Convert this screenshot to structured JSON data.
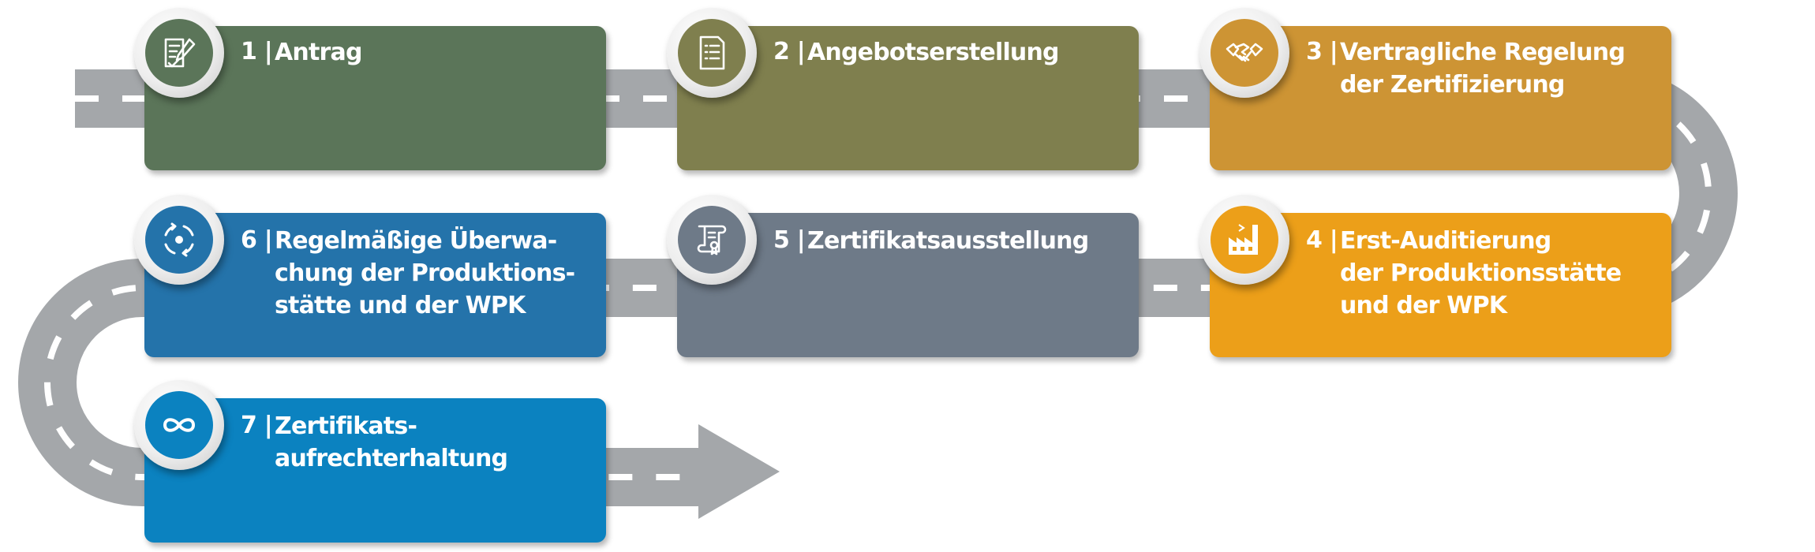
{
  "steps": [
    {
      "number": "1 |",
      "label": "Antrag",
      "color": "#5b7559",
      "icon": "application-form-icon"
    },
    {
      "number": "2 |",
      "label": "Angebotserstellung",
      "color": "#7f7f4e",
      "icon": "document-list-icon"
    },
    {
      "number": "3 |",
      "label": "Vertragliche Regelung\nder Zertifizierung",
      "color": "#cd9434",
      "icon": "handshake-icon"
    },
    {
      "number": "4 |",
      "label": "Erst-Auditierung\nder Produktionsstätte\nund der WPK",
      "color": "#ec9f19",
      "icon": "factory-icon"
    },
    {
      "number": "5 |",
      "label": "Zertifikatsausstellung",
      "color": "#6e7a88",
      "icon": "certificate-scroll-icon"
    },
    {
      "number": "6 |",
      "label": "Regelmäßige Überwa-\nchung der Produktions-\nstätte und der WPK",
      "color": "#2473aa",
      "icon": "cycle-arrows-icon"
    },
    {
      "number": "7 |",
      "label": "Zertifikats-\naufrechterhaltung",
      "color": "#0b82c0",
      "icon": "infinity-loop-icon"
    }
  ],
  "colors": {
    "road": "#a4a7aa",
    "road_dash": "#ffffff",
    "badge_ring": "#eeeeee"
  }
}
